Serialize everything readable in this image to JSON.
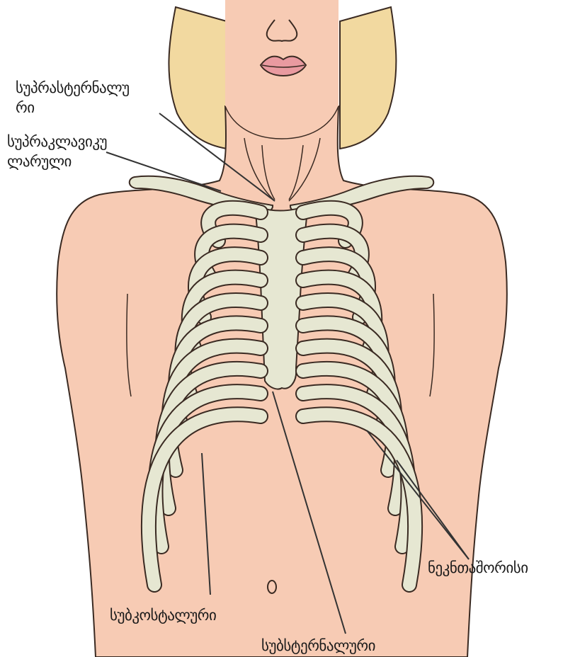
{
  "labels": {
    "suprasternal_line1": "სუპრასტერნალუ",
    "suprasternal_line2": "რი",
    "supraclavicular_line1": "სუპრაკლავიკუ",
    "supraclavicular_line2": "ლარული",
    "intercostal": "ნეკნთაშორისი",
    "subcostal": "სუბკოსტალური",
    "substernal": "სუბსტერნალური"
  },
  "colors": {
    "skin": "#f7cbb4",
    "skin_shade": "#eab29a",
    "hair": "#f2d9a0",
    "bone": "#e6e7d2",
    "outline": "#3a2a22",
    "lips": "#e99aa0",
    "label_line": "#333333"
  }
}
